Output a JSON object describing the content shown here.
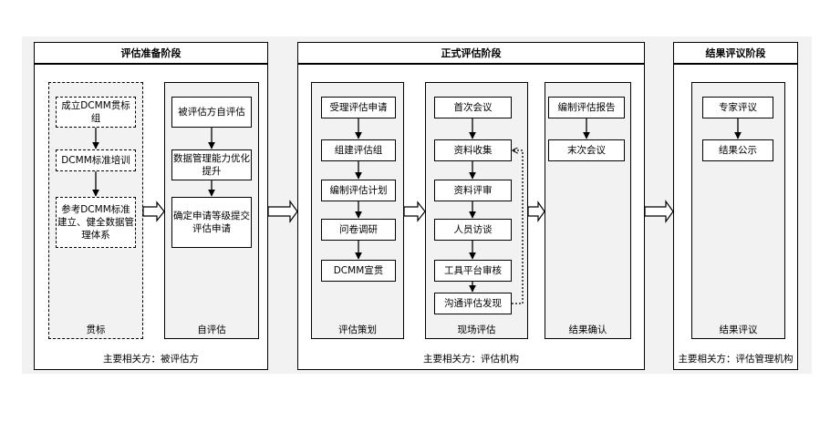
{
  "phases": [
    {
      "title": "评估准备阶段",
      "footer": "主要相关方：被评估方"
    },
    {
      "title": "正式评估阶段",
      "footer": "主要相关方：评估机构"
    },
    {
      "title": "结果评议阶段",
      "footer": "主要相关方：评估管理机构"
    }
  ],
  "groups": {
    "guanbiao": {
      "label": "贯标",
      "steps": [
        "成立DCMM贯标组",
        "DCMM标准培训",
        "参考DCMM标准建立、健全数据管理体系"
      ]
    },
    "ziping": {
      "label": "自评估",
      "steps": [
        "被评估方自评估",
        "数据管理能力优化提升",
        "确定申请等级提交评估申请"
      ]
    },
    "cehua": {
      "label": "评估策划",
      "steps": [
        "受理评估申请",
        "组建评估组",
        "编制评估计划",
        "问卷调研",
        "DCMM宣贯"
      ]
    },
    "xianchang": {
      "label": "现场评估",
      "steps": [
        "首次会议",
        "资料收集",
        "资料评审",
        "人员访谈",
        "工具平台审核",
        "沟通评估发现"
      ]
    },
    "queren": {
      "label": "结果确认",
      "steps": [
        "编制评估报告",
        "末次会议"
      ]
    },
    "pingyi": {
      "label": "结果评议",
      "steps": [
        "专家评议",
        "结果公示"
      ]
    }
  }
}
